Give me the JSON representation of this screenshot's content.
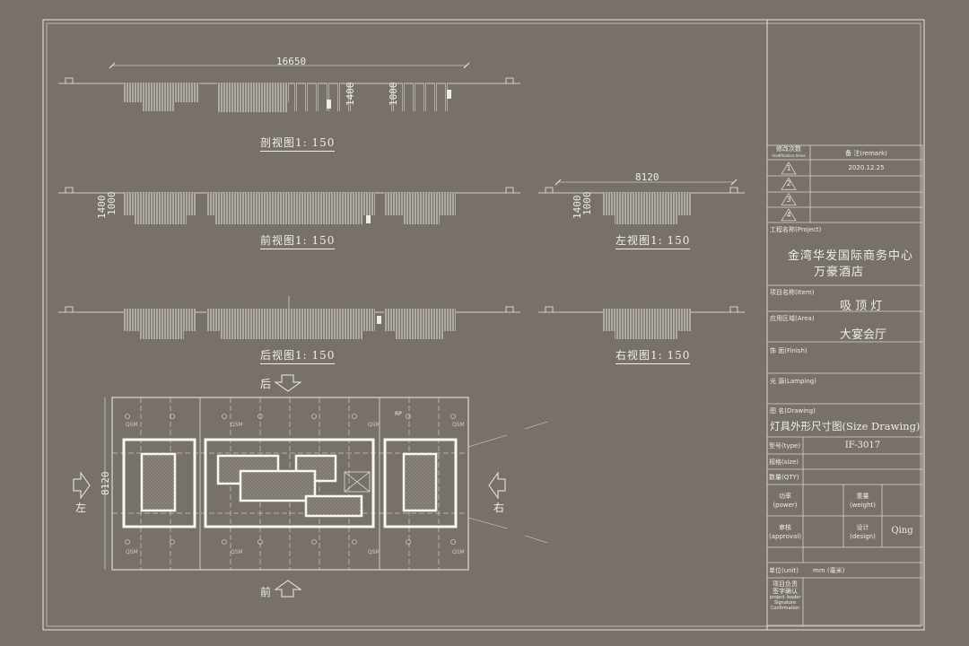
{
  "views": {
    "section": {
      "label": "剖视图1: 150",
      "dim_width": "16650",
      "dim_h1": "1400",
      "dim_h2": "1000"
    },
    "front": {
      "label": "前视图1: 150",
      "dim_h1": "1400",
      "dim_h2": "1000"
    },
    "back": {
      "label": "后视图1: 150"
    },
    "left": {
      "label": "左视图1: 150",
      "dim_width": "8120",
      "dim_h1": "1400",
      "dim_h2": "1000"
    },
    "right": {
      "label": "右视图1: 150"
    }
  },
  "plan": {
    "dim_depth": "8120",
    "dir_back": "后",
    "dir_front": "前",
    "dir_left": "左",
    "dir_right": "右",
    "fixture_tag": "QSM",
    "rp_tag": "RP"
  },
  "title_block": {
    "revision_header_left": "修改次数",
    "revision_header_left_en": "modification times",
    "revision_header_right": "备        注(remark)",
    "revisions": [
      {
        "no": "1",
        "remark": "2020.12.25"
      },
      {
        "no": "2",
        "remark": ""
      },
      {
        "no": "3",
        "remark": ""
      },
      {
        "no": "4",
        "remark": ""
      }
    ],
    "project_label": "工程名称(Project)",
    "project_line1": "金湾华发国际商务中心",
    "project_line2": "万豪酒店",
    "item_label": "项目名称(Item)",
    "item_value": "吸 顶 灯",
    "area_label": "应用区域(Area)",
    "area_value": "大宴会厅",
    "finish_label": "饰    面(Finish)",
    "lamping_label": "光    源(Lamping)",
    "drawing_label": "图    名(Drawing)",
    "drawing_value": "灯具外形尺寸图(Size Drawing)",
    "type_label": "型号(type)",
    "type_value": "IF-3017",
    "size_label": "规格(size)",
    "qty_label": "数量(QTY)",
    "power_label": "功率",
    "power_label_en": "(power)",
    "weight_label": "重量",
    "weight_label_en": "(weight)",
    "approval_label": "审核",
    "approval_label_en": "(approval)",
    "design_label": "设计",
    "design_label_en": "(design)",
    "design_value": "Qing",
    "unit_label": "单位(unit)",
    "unit_value": "mm (毫米)",
    "sign_label_cn1": "项目负责",
    "sign_label_cn2": "签字确认",
    "sign_label_en": "project leader Signature Confirmation"
  }
}
